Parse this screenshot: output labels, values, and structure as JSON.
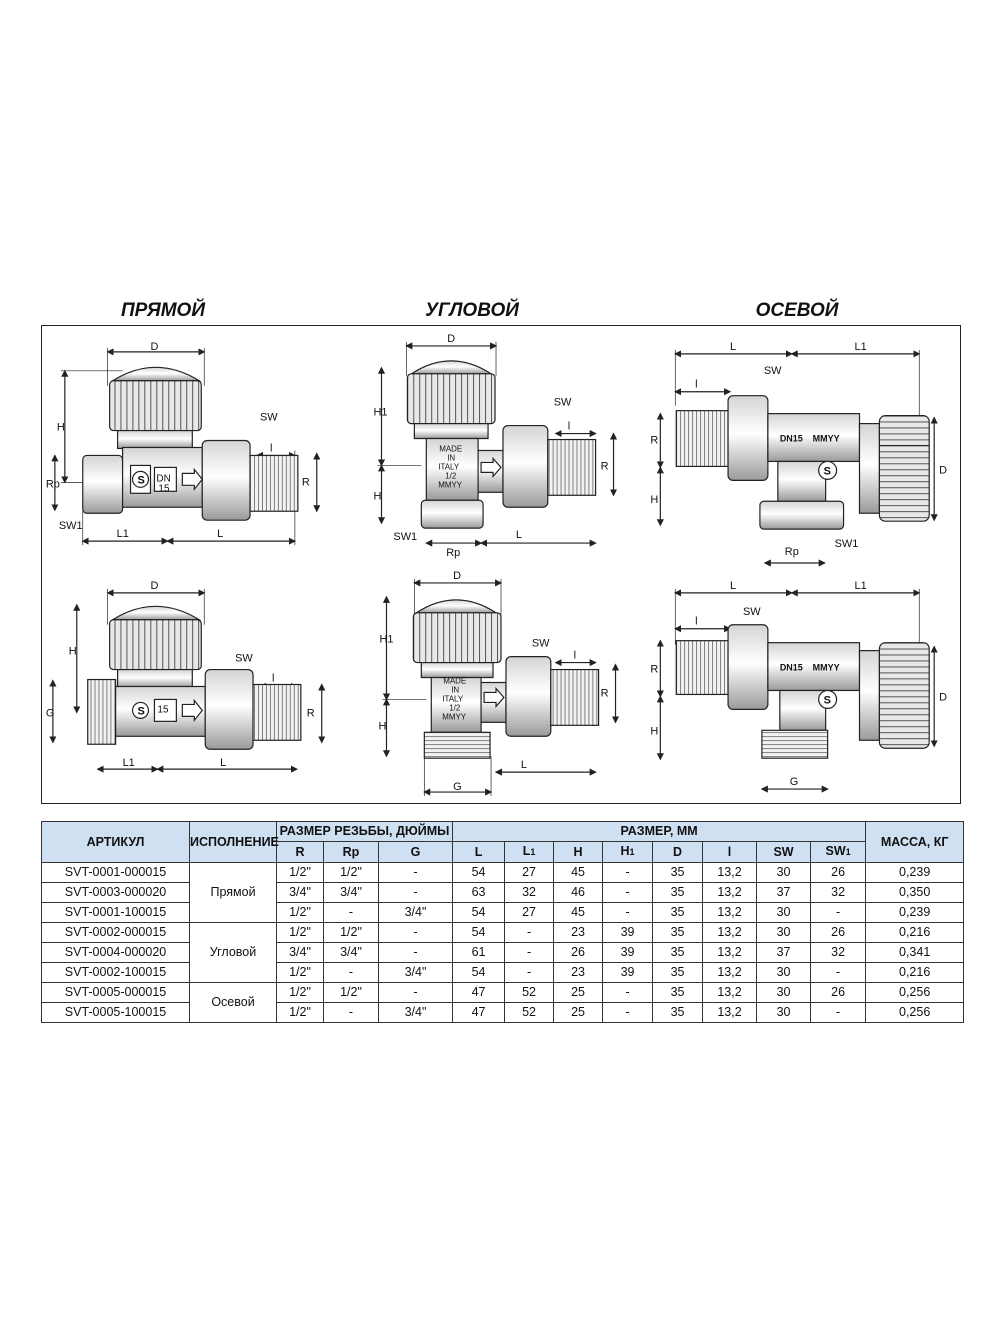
{
  "headings": {
    "straight": "ПРЯМОЙ",
    "angle": "УГЛОВОЙ",
    "axial": "ОСЕВОЙ"
  },
  "drawings": {
    "labels": {
      "D": "D",
      "H": "H",
      "H1": "H1",
      "L": "L",
      "L1": "L1",
      "l": "l",
      "R": "R",
      "Rp": "Rp",
      "G": "G",
      "SW": "SW",
      "SW1": "SW1"
    },
    "body_marks": {
      "dn": "DN",
      "size": "15",
      "dn15": "DN15",
      "date": "MMYY",
      "made": "MADE",
      "in": "IN",
      "italy": "ITALY",
      "half": "1/2",
      "mmyy": "MMYY",
      "logo": "S"
    }
  },
  "table": {
    "headers": {
      "article": "АРТИКУЛ",
      "version": "ИСПОЛНЕНИЕ",
      "thread": "РАЗМЕР РЕЗЬБЫ, ДЮЙМЫ",
      "size": "РАЗМЕР, ММ",
      "mass": "МАССА, КГ",
      "R": "R",
      "Rp": "Rp",
      "G": "G",
      "L": "L",
      "L1": "L",
      "L1_sub": "1",
      "H": "H",
      "H1": "H",
      "H1_sub": "1",
      "D": "D",
      "l": "l",
      "SW": "SW",
      "SW1": "SW",
      "SW1_sub": "1"
    },
    "groups": [
      {
        "name": "Прямой"
      },
      {
        "name": "Угловой"
      },
      {
        "name": "Осевой"
      }
    ],
    "rows": [
      {
        "article": "SVT-0001-000015",
        "R": "1/2\"",
        "Rp": "1/2\"",
        "G": "-",
        "L": "54",
        "L1": "27",
        "H": "45",
        "H1": "-",
        "D": "35",
        "l": "13,2",
        "SW": "30",
        "SW1": "26",
        "mass": "0,239"
      },
      {
        "article": "SVT-0003-000020",
        "R": "3/4\"",
        "Rp": "3/4\"",
        "G": "-",
        "L": "63",
        "L1": "32",
        "H": "46",
        "H1": "-",
        "D": "35",
        "l": "13,2",
        "SW": "37",
        "SW1": "32",
        "mass": "0,350"
      },
      {
        "article": "SVT-0001-100015",
        "R": "1/2\"",
        "Rp": "-",
        "G": "3/4\"",
        "L": "54",
        "L1": "27",
        "H": "45",
        "H1": "-",
        "D": "35",
        "l": "13,2",
        "SW": "30",
        "SW1": "-",
        "mass": "0,239"
      },
      {
        "article": "SVT-0002-000015",
        "R": "1/2\"",
        "Rp": "1/2\"",
        "G": "-",
        "L": "54",
        "L1": "-",
        "H": "23",
        "H1": "39",
        "D": "35",
        "l": "13,2",
        "SW": "30",
        "SW1": "26",
        "mass": "0,216"
      },
      {
        "article": "SVT-0004-000020",
        "R": "3/4\"",
        "Rp": "3/4\"",
        "G": "-",
        "L": "61",
        "L1": "-",
        "H": "26",
        "H1": "39",
        "D": "35",
        "l": "13,2",
        "SW": "37",
        "SW1": "32",
        "mass": "0,341"
      },
      {
        "article": "SVT-0002-100015",
        "R": "1/2\"",
        "Rp": "-",
        "G": "3/4\"",
        "L": "54",
        "L1": "-",
        "H": "23",
        "H1": "39",
        "D": "35",
        "l": "13,2",
        "SW": "30",
        "SW1": "-",
        "mass": "0,216"
      },
      {
        "article": "SVT-0005-000015",
        "R": "1/2\"",
        "Rp": "1/2\"",
        "G": "-",
        "L": "47",
        "L1": "52",
        "H": "25",
        "H1": "-",
        "D": "35",
        "l": "13,2",
        "SW": "30",
        "SW1": "26",
        "mass": "0,256"
      },
      {
        "article": "SVT-0005-100015",
        "R": "1/2\"",
        "Rp": "-",
        "G": "3/4\"",
        "L": "47",
        "L1": "52",
        "H": "25",
        "H1": "-",
        "D": "35",
        "l": "13,2",
        "SW": "30",
        "SW1": "-",
        "mass": "0,256"
      }
    ]
  }
}
